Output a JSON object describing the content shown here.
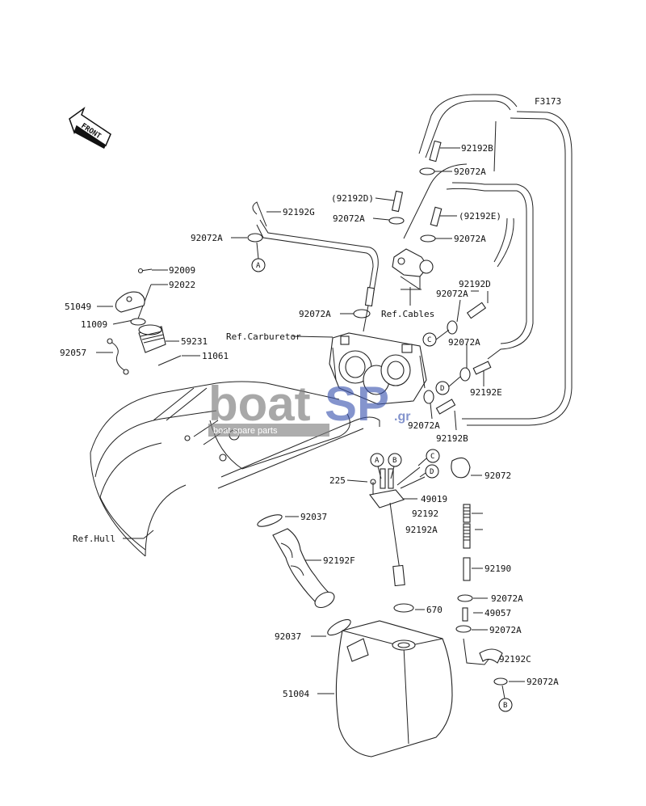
{
  "figure_code": "F3173",
  "front_arrow": "FRONT",
  "watermark": {
    "brand_a": "boat",
    "brand_b": "SP",
    "brand_tld": ".gr",
    "tagline": "boat spare parts",
    "color_a": "#7f7f7f",
    "color_b": "#3d57b0"
  },
  "labels": {
    "p92192B": "92192B",
    "p92072A_1": "92072A",
    "p92192D_par": "(92192D)",
    "p92072A_2": "92072A",
    "p92192E_par": "(92192E)",
    "p92072A_3": "92072A",
    "p92192G": "92192G",
    "p92072A_4": "92072A",
    "p92009": "92009",
    "p92022": "92022",
    "p51049": "51049",
    "p11009": "11009",
    "p59231": "59231",
    "p92057": "92057",
    "p11061": "11061",
    "ref_cables": "Ref.Cables",
    "p92072A_5": "92072A",
    "p92192D": "92192D",
    "p92072A_6": "92072A",
    "ref_carb": "Ref.Carburetor",
    "p92072A_7": "92072A",
    "p92192E": "92192E",
    "p92072A_8": "92072A",
    "p225": "225",
    "p92072": "92072",
    "p49019": "49019",
    "p92192": "92192",
    "p92192A": "92192A",
    "p92037_1": "92037",
    "ref_hull": "Ref.Hull",
    "p92192F": "92192F",
    "p92190": "92190",
    "p92072A_9": "92072A",
    "p49057": "49057",
    "p670": "670",
    "p92037_2": "92037",
    "p92072A_10": "92072A",
    "p92192C": "92192C",
    "p92072A_11": "92072A",
    "p51004": "51004"
  },
  "callouts": {
    "A": "A",
    "B": "B",
    "C": "C",
    "D": "D"
  }
}
